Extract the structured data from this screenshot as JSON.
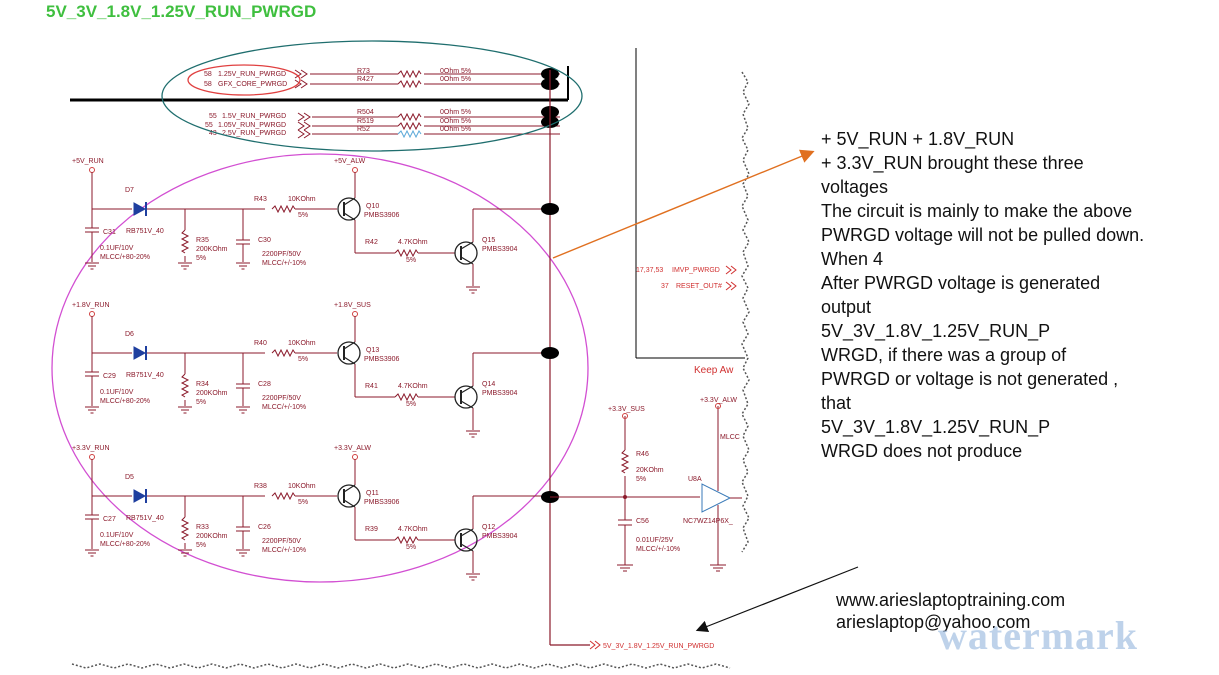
{
  "title": "5V_3V_1.8V_1.25V_RUN_PWRGD",
  "annotation": {
    "lines": [
      "+ 5V_RUN + 1.8V_RUN",
      "+ 3.3V_RUN brought these three",
      "voltages",
      "The circuit is mainly to make the above",
      "PWRGD voltage will not be pulled down.",
      "When 4",
      "After PWRGD voltage is generated",
      "output",
      "5V_3V_1.8V_1.25V_RUN_P",
      "WRGD, if there was a group of",
      "PWRGD or voltage is not generated ,",
      "that",
      "5V_3V_1.8V_1.25V_RUN_P",
      "WRGD does not produce"
    ]
  },
  "contact": {
    "website": "www.arieslaptoptraining.com",
    "email": "arieslaptop@yahoo.com"
  },
  "watermark": "watermark",
  "colors": {
    "title": "#3fbf3f",
    "wire": "#8b1a2b",
    "ellipse_green": "#1f6e6e",
    "ellipse_magenta": "#d24fd2",
    "arrow": "#e07020"
  },
  "schematic": {
    "top_inputs": [
      {
        "pin": "58",
        "net": "1.25V_RUN_PWRGD",
        "res": "R73",
        "value": "0Ohm 5%"
      },
      {
        "pin": "58",
        "net": "GFX_CORE_PWRGD",
        "res": "R427",
        "value": "0Ohm 5%"
      },
      {
        "pin": "55",
        "net": "1.5V_RUN_PWRGD",
        "res": "R504",
        "value": "0Ohm 5%"
      },
      {
        "pin": "55",
        "net": "1.05V_RUN_PWRGD",
        "res": "R519",
        "value": "0Ohm 5%"
      },
      {
        "pin": "43",
        "net": "2.5V_RUN_PWRGD",
        "res": "R52",
        "value": "0Ohm 5%"
      }
    ],
    "stages": [
      {
        "rail": "+5V_RUN",
        "diode": "D7",
        "diode_part": "RB751V_40",
        "cap_a": "C31",
        "cap_a_val1": "0.1UF/10V",
        "cap_a_val2": "MLCC/+80-20%",
        "res_div": "R35",
        "res_div_val1": "200KOhm",
        "res_div_val2": "5%",
        "cap_b": "C30",
        "cap_b_val1": "2200PF/50V",
        "cap_b_val2": "MLCC/+/-10%",
        "res_base": "R43",
        "res_base_val": "10KOhm",
        "res_base_tol": "5%",
        "pnp": "Q10",
        "pnp_part": "PMBS3906",
        "pnp_supply": "+5V_ALW",
        "res_col": "R42",
        "res_col_val": "4.7KOhm",
        "res_col_tol": "5%",
        "npn": "Q15",
        "npn_part": "PMBS3904"
      },
      {
        "rail": "+1.8V_RUN",
        "diode": "D6",
        "diode_part": "RB751V_40",
        "cap_a": "C29",
        "cap_a_val1": "0.1UF/10V",
        "cap_a_val2": "MLCC/+80-20%",
        "res_div": "R34",
        "res_div_val1": "200KOhm",
        "res_div_val2": "5%",
        "cap_b": "C28",
        "cap_b_val1": "2200PF/50V",
        "cap_b_val2": "MLCC/+/-10%",
        "res_base": "R40",
        "res_base_val": "10KOhm",
        "res_base_tol": "5%",
        "pnp": "Q13",
        "pnp_part": "PMBS3906",
        "pnp_supply": "+1.8V_SUS",
        "res_col": "R41",
        "res_col_val": "4.7KOhm",
        "res_col_tol": "5%",
        "npn": "Q14",
        "npn_part": "PMBS3904"
      },
      {
        "rail": "+3.3V_RUN",
        "diode": "D5",
        "diode_part": "RB751V_40",
        "cap_a": "C27",
        "cap_a_val1": "0.1UF/10V",
        "cap_a_val2": "MLCC/+80-20%",
        "res_div": "R33",
        "res_div_val1": "200KOhm",
        "res_div_val2": "5%",
        "cap_b": "C26",
        "cap_b_val1": "2200PF/50V",
        "cap_b_val2": "MLCC/+/-10%",
        "res_base": "R38",
        "res_base_val": "10KOhm",
        "res_base_tol": "5%",
        "pnp": "Q11",
        "pnp_part": "PMBS3906",
        "pnp_supply": "+3.3V_ALW",
        "res_col": "R39",
        "res_col_val": "4.7KOhm",
        "res_col_tol": "5%",
        "npn": "Q12",
        "npn_part": "PMBS3904"
      }
    ],
    "output_stage": {
      "supply": "+3.3V_SUS",
      "pullup": "R46",
      "pullup_val": "20KOhm",
      "pullup_tol": "5%",
      "cap": "C56",
      "cap_val1": "0.01UF/25V",
      "cap_val2": "MLCC/+/-10%",
      "buffer": "U8A",
      "buffer_part": "NC7WZ14P6X_",
      "buffer_supply": "+3.3V_ALW",
      "buffer_cap": "MLCC"
    },
    "output_net": "5V_3V_1.8V_1.25V_RUN_PWRGD",
    "right_nets": [
      {
        "pins": "17,37,53",
        "net": "IMVP_PWRGD"
      },
      {
        "pins": "37",
        "net": "RESET_OUT#"
      }
    ],
    "keep_label": "Keep Aw"
  }
}
